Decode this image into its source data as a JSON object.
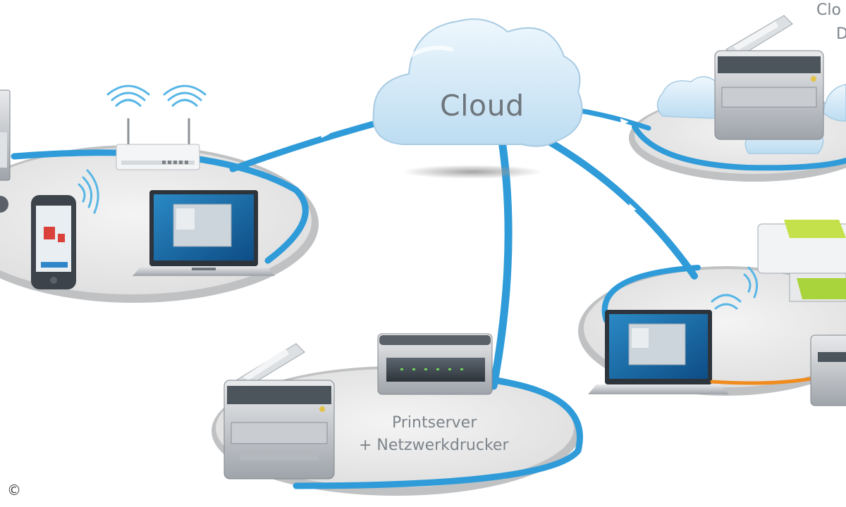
{
  "labels": {
    "cloud": "Cloud",
    "printserver_line1": "Printserver",
    "printserver_line2": "+ Netzwerkdrucker",
    "cloud_printer_line1": "Clo",
    "cloud_printer_line2": "D"
  },
  "copyright": "©",
  "colors": {
    "link_blue": "#2f9bd8",
    "ring_grey": "#c9cbcd",
    "ellipse_fill": "#ececec",
    "cloud_fill": "#d4e9f7",
    "orange_cable": "#f08c1e",
    "screen_blue": "#2d8fc8"
  }
}
